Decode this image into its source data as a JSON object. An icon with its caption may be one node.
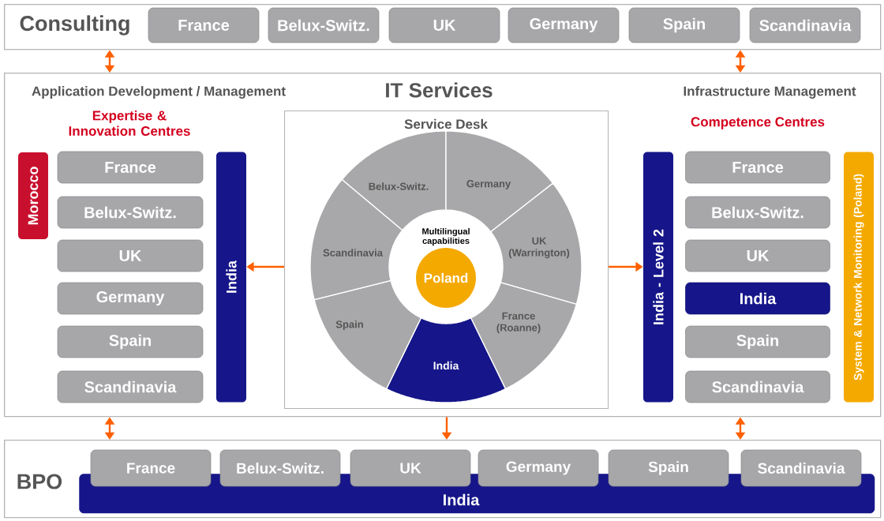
{
  "diagram": {
    "nodes": [
      {
        "text": [
          "Consulting"
        ]
      },
      {
        "text": [
          "France"
        ],
        "in": 0
      },
      {
        "text": [
          "Belux-Switz."
        ],
        "in": 0
      },
      {
        "text": [
          "UK"
        ],
        "in": 0
      },
      {
        "text": [
          "Germany"
        ],
        "in": 0
      },
      {
        "text": [
          "Spain"
        ],
        "in": 0
      },
      {
        "text": [
          "Scandinavia"
        ],
        "in": 0
      },
      {
        "text": [
          "IT Services"
        ]
      },
      {
        "text": [
          "Morocco"
        ],
        "in": 7
      },
      {
        "text": [
          "France"
        ],
        "in": 7
      },
      {
        "text": [
          "Belux-Switz."
        ],
        "in": 7
      },
      {
        "text": [
          "UK"
        ],
        "in": 7
      },
      {
        "text": [
          "Germany"
        ],
        "in": 7
      },
      {
        "text": [
          "Spain"
        ],
        "in": 7
      },
      {
        "text": [
          "Scandinavia"
        ],
        "in": 7
      },
      {
        "text": [
          "India"
        ],
        "in": 7
      },
      {
        "text": [
          "Service Desk"
        ],
        "in": 7
      },
      {
        "text": [
          "Belux-Switz."
        ],
        "in": 16
      },
      {
        "text": [
          "Germany"
        ],
        "in": 16
      },
      {
        "text": [
          "UK (Warrington)"
        ],
        "in": 16
      },
      {
        "text": [
          "France (Roanne)"
        ],
        "in": 16
      },
      {
        "text": [
          "India"
        ],
        "in": 16
      },
      {
        "text": [
          "Spain"
        ],
        "in": 16
      },
      {
        "text": [
          "Scandinavia"
        ],
        "in": 16
      },
      {
        "text": [
          "Poland"
        ],
        "in": 16,
        "beside": [
          "Multilingual capabilities"
        ]
      },
      {
        "text": [
          "India - Level 2"
        ],
        "in": 7
      },
      {
        "text": [
          "France"
        ],
        "in": 7
      },
      {
        "text": [
          "Belux-Switz."
        ],
        "in": 7
      },
      {
        "text": [
          "UK"
        ],
        "in": 7
      },
      {
        "text": [
          "India"
        ],
        "in": 7
      },
      {
        "text": [
          "Spain"
        ],
        "in": 7
      },
      {
        "text": [
          "Scandinavia"
        ],
        "in": 7
      },
      {
        "text": [
          "System & Network Monitoring (Poland)"
        ],
        "in": 7
      },
      {
        "text": [
          "BPO"
        ]
      },
      {
        "text": [
          "India"
        ],
        "in": 33
      },
      {
        "text": [
          "France"
        ],
        "in": 33
      },
      {
        "text": [
          "Belux-Switz."
        ],
        "in": 33
      },
      {
        "text": [
          "UK"
        ],
        "in": 33
      },
      {
        "text": [
          "Germany"
        ],
        "in": 33
      },
      {
        "text": [
          "Spain"
        ],
        "in": 33
      },
      {
        "text": [
          "Scandinavia"
        ],
        "in": 33
      }
    ],
    "edges": [
      {
        "from": 0,
        "to": 7,
        "arrow": "both"
      },
      {
        "from": 0,
        "to": 7,
        "arrow": "both"
      },
      {
        "from": 16,
        "to": 15,
        "arrow": "to"
      },
      {
        "from": 16,
        "to": 25,
        "arrow": "to"
      },
      {
        "from": 7,
        "to": 33,
        "arrow": "both"
      },
      {
        "from": 7,
        "to": 33,
        "arrow": "to"
      },
      {
        "from": 7,
        "to": 33,
        "arrow": "both"
      }
    ],
    "labels": [
      "Application Development / Management",
      "Expertise & Innovation Centres",
      "Infrastructure Management",
      "Competence Centres"
    ]
  }
}
